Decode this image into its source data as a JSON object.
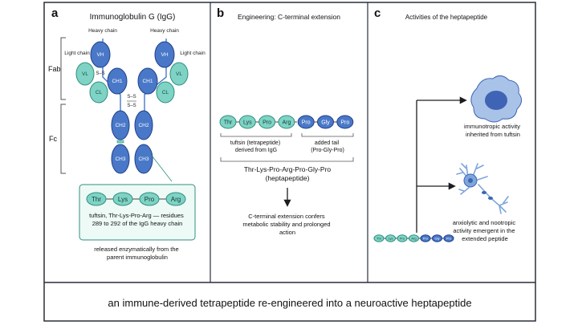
{
  "panels": {
    "a": {
      "letter": "a",
      "title": "Immunoglobulin G (IgG)",
      "heavy_chain": "Heavy chain",
      "light_chain": "Light chain",
      "fab": "Fab",
      "fc": "Fc",
      "ss": "S–S",
      "domains": {
        "vh": "VH",
        "vl": "VL",
        "ch1": "CH1",
        "cl": "CL",
        "ch2": "CH2",
        "ch3": "CH3"
      },
      "tuftsin_residues": [
        "Thr",
        "Lys",
        "Pro",
        "Arg"
      ],
      "tuftsin_caption": "tuftsin, Thr-Lys-Pro-Arg — residues 289 to 292 of the IgG heavy chain",
      "release_note": "released enzymatically from the parent immunoglobulin"
    },
    "b": {
      "letter": "b",
      "title": "Engineering: C-terminal extension",
      "tuftsin_residues": [
        "Thr",
        "Lys",
        "Pro",
        "Arg"
      ],
      "tail_residues": [
        "Pro",
        "Gly",
        "Pro"
      ],
      "tuftsin_label": "tuftsin (tetrapeptide) derived from IgG",
      "tail_label": "added tail (Pro-Gly-Pro)",
      "sequence": "Thr-Lys-Pro-Arg-Pro-Gly-Pro",
      "sequence_sub": "(heptapeptide)",
      "conclusion": "C-terminal extension confers metabolic stability and prolonged action"
    },
    "c": {
      "letter": "c",
      "title": "Activities of the heptapeptide",
      "activity1": "immunotropic activity inherited from tuftsin",
      "activity2": "anxiolytic and nootropic activity emergent in the extended peptide",
      "chain_residues": [
        "Thr",
        "Lys",
        "Pro",
        "Arg",
        "Pro",
        "Gly",
        "Pro"
      ]
    }
  },
  "footer": "an immune-derived tetrapeptide re-engineered into a neuroactive heptapeptide",
  "colors": {
    "teal": "#7fd3c4",
    "teal_stroke": "#2e8f80",
    "blue": "#4a78c8",
    "blue_stroke": "#1f3f8a",
    "light_blue_cell": "#a9c3e8",
    "nucleus": "#3f64b5",
    "neuron": "#7fa6da",
    "frame": "#2a2f3a"
  }
}
